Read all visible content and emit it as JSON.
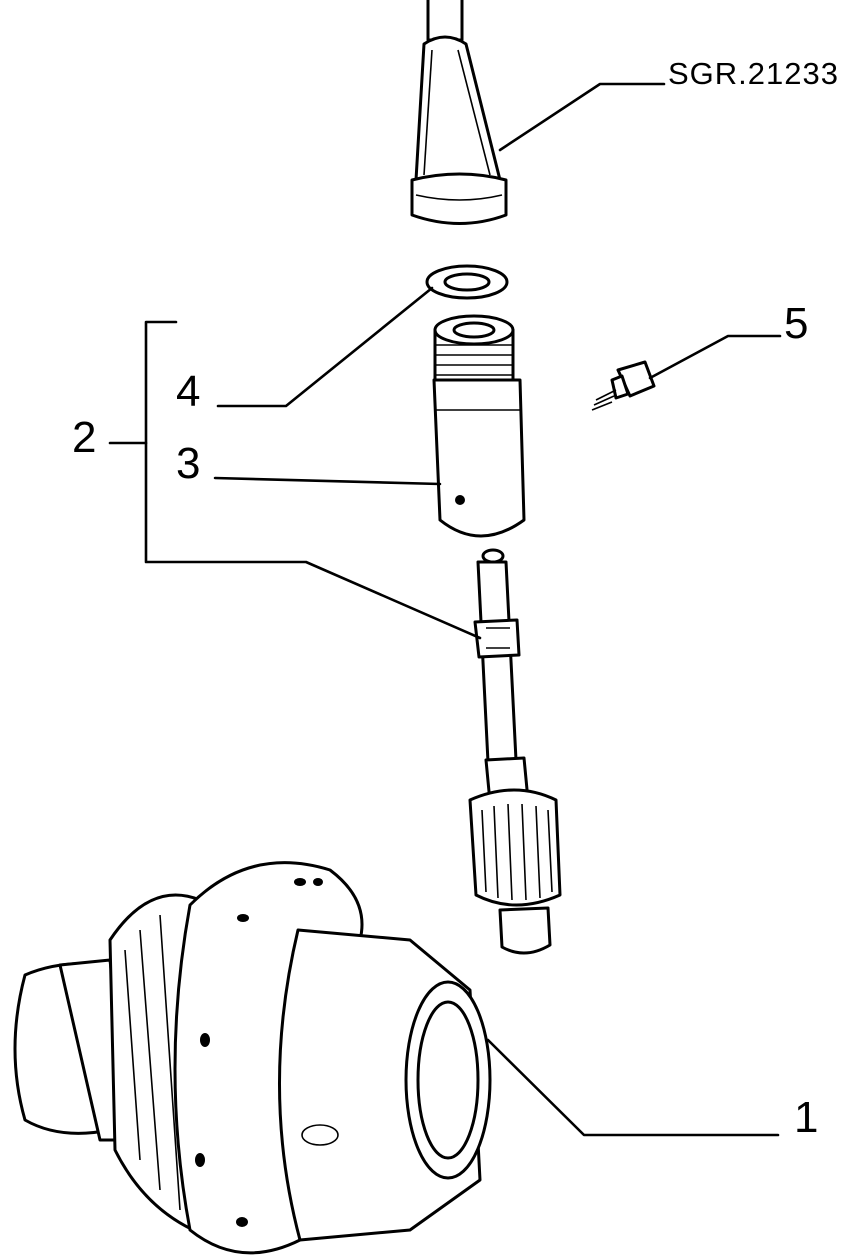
{
  "reference_code": "SGR.21233",
  "callouts": {
    "c1": "1",
    "c2": "2",
    "c3": "3",
    "c4": "4",
    "c5": "5"
  }
}
